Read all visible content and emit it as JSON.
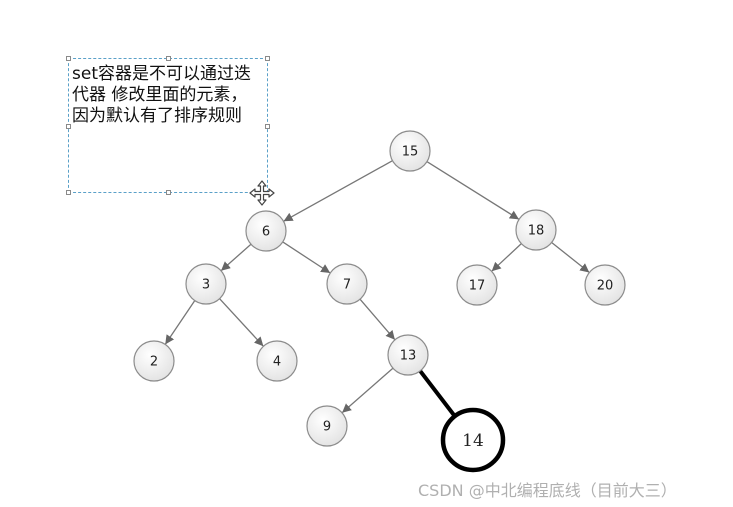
{
  "note": {
    "text": "set容器是不可以通过迭代器 修改里面的元素，因为默认有了排序规则"
  },
  "tree": {
    "nodes": [
      {
        "id": "15",
        "label": "15"
      },
      {
        "id": "6",
        "label": "6"
      },
      {
        "id": "18",
        "label": "18"
      },
      {
        "id": "3",
        "label": "3"
      },
      {
        "id": "7",
        "label": "7"
      },
      {
        "id": "17",
        "label": "17"
      },
      {
        "id": "20",
        "label": "20"
      },
      {
        "id": "2",
        "label": "2"
      },
      {
        "id": "4",
        "label": "4"
      },
      {
        "id": "13",
        "label": "13"
      },
      {
        "id": "9",
        "label": "9"
      },
      {
        "id": "14",
        "label": "14",
        "style": "hand-drawn"
      }
    ],
    "edges": [
      {
        "from": "15",
        "to": "6"
      },
      {
        "from": "15",
        "to": "18"
      },
      {
        "from": "6",
        "to": "3"
      },
      {
        "from": "6",
        "to": "7"
      },
      {
        "from": "18",
        "to": "17"
      },
      {
        "from": "18",
        "to": "20"
      },
      {
        "from": "3",
        "to": "2"
      },
      {
        "from": "3",
        "to": "4"
      },
      {
        "from": "7",
        "to": "13"
      },
      {
        "from": "13",
        "to": "9"
      },
      {
        "from": "13",
        "to": "14",
        "style": "hand-drawn"
      }
    ]
  },
  "colors": {
    "node_fill": "#f4f4f4",
    "node_stroke": "#8c8c8c",
    "edge": "#777777",
    "hand_drawn": "#000000"
  },
  "icons": {
    "move": "move-cursor-icon"
  },
  "watermark": {
    "text": "CSDN @中北编程底线（目前大三）"
  }
}
